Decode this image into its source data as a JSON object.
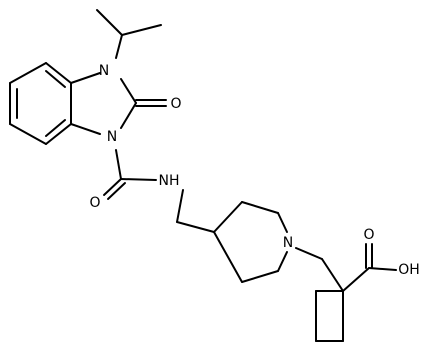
{
  "molecule": {
    "atoms": {
      "n_top": "N",
      "o_ketone": "O",
      "n_bottom": "N",
      "o_carbamoyl": "O",
      "nh_amide": "NH",
      "n_piperidine": "N",
      "o_acid": "O",
      "oh_acid": "OH"
    }
  }
}
